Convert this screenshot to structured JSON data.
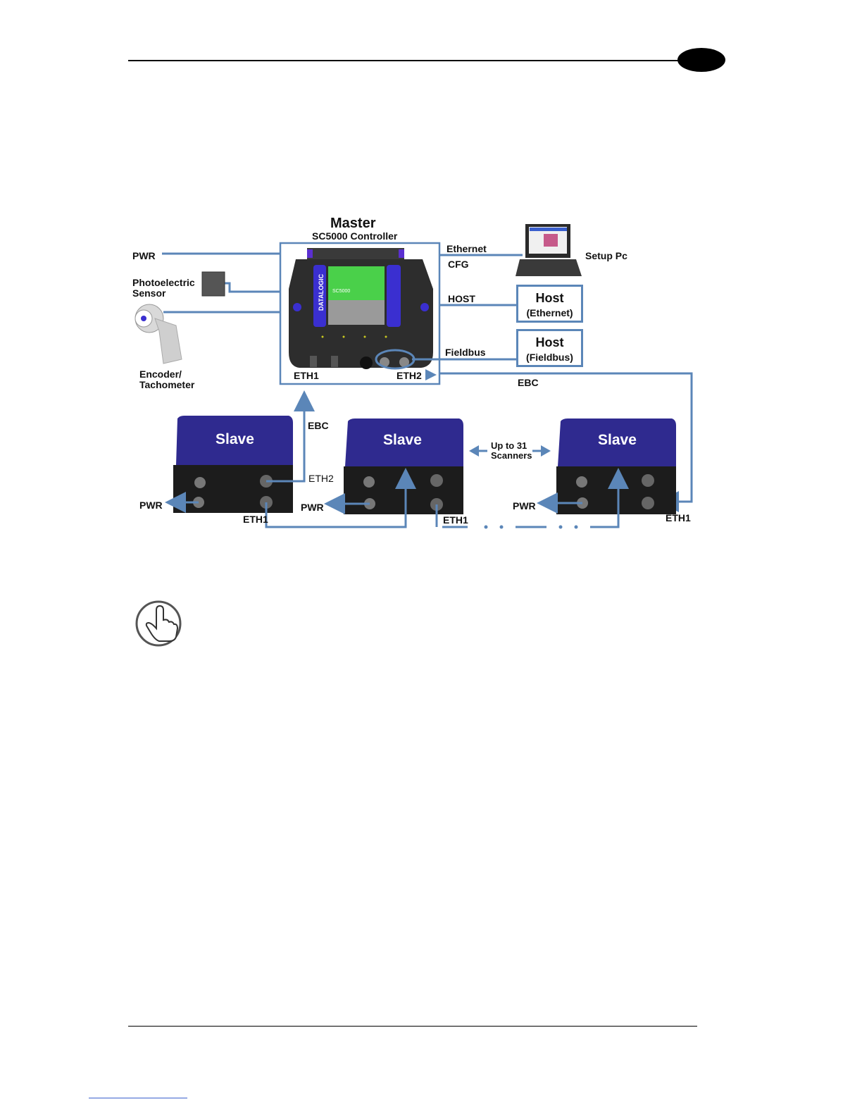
{
  "diagram": {
    "master": {
      "title": "Master",
      "subtitle": "SC5000 Controller",
      "brand": "DATALOGIC",
      "screen_text": "SC5000",
      "port_eth1": "ETH1",
      "port_eth2": "ETH2"
    },
    "inputs": {
      "pwr": "PWR",
      "photoelectric_sensor": "Photoelectric\nSensor",
      "encoder": "Encoder/\nTachometer"
    },
    "links": {
      "ethernet": "Ethernet",
      "cfg": "CFG",
      "host": "HOST",
      "fieldbus": "Fieldbus",
      "ebc_right": "EBC",
      "ebc_left": "EBC"
    },
    "setup_pc": "Setup Pc",
    "host_ethernet": {
      "title": "Host",
      "subtitle": "(Ethernet)"
    },
    "host_fieldbus": {
      "title": "Host",
      "subtitle": "(Fieldbus)"
    },
    "slaves": [
      {
        "title": "Slave",
        "pwr": "PWR",
        "eth1": "ETH1",
        "eth2": "ETH2"
      },
      {
        "title": "Slave",
        "pwr": "PWR",
        "eth1": "ETH1"
      },
      {
        "title": "Slave",
        "pwr": "PWR",
        "eth1": "ETH1"
      }
    ],
    "scanner_count": "Up to 31\nScanners"
  },
  "colors": {
    "line": "#5b86b8",
    "slave_top": "#2f2a8f",
    "slave_bottom": "#1c1c1c",
    "screen_green": "#4ad04a",
    "master_panel": "#5b2fd0"
  }
}
